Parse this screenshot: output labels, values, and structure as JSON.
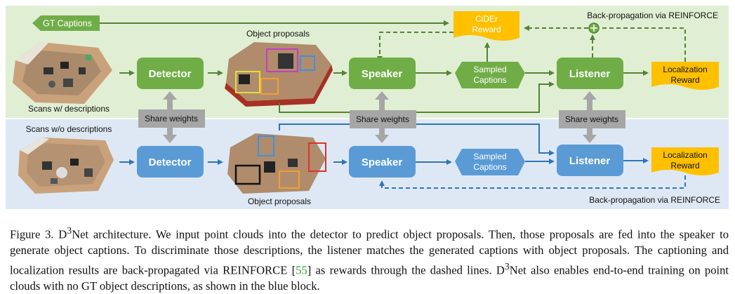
{
  "figure": {
    "gt_captions": "GT Captions",
    "cider_reward_line1": "CiDEr",
    "cider_reward_line2": "Reward",
    "backprop_top": "Back-propagation via REINFORCE",
    "backprop_bottom": "Back-propagation via REINFORCE",
    "object_proposals_top": "Object proposals",
    "object_proposals_bottom": "Object proposals",
    "scans_with": "Scans w/ descriptions",
    "scans_without": "Scans w/o descriptions",
    "detector": "Detector",
    "speaker": "Speaker",
    "listener": "Listener",
    "sampled_line1": "Sampled",
    "sampled_line2": "Captions",
    "loc_line1": "Localization",
    "loc_line2": "Reward",
    "share_weights": "Share weights"
  },
  "caption": {
    "prefix": "Figure 3. D",
    "sup1": "3",
    "part1": "Net architecture. We input point clouds into the detector to predict object proposals. Then, those proposals are fed into the speaker to generate object captions. To discriminate those descriptions, the listener matches the generated captions with object proposals. The captioning and localization results are back-propagated via REINFORCE [",
    "ref": "55",
    "part2": "] as rewards through the dashed lines. D",
    "sup2": "3",
    "part3": "Net also enables end-to-end training on point clouds with no GT object descriptions, as shown in the blue block."
  },
  "colors": {
    "green_bg": "#e0efd3",
    "blue_bg": "#dde8f4",
    "green_box": "#70ad47",
    "blue_box": "#5b9bd5",
    "orange_box": "#ffc000",
    "grey_box": "#a6a6a6"
  }
}
